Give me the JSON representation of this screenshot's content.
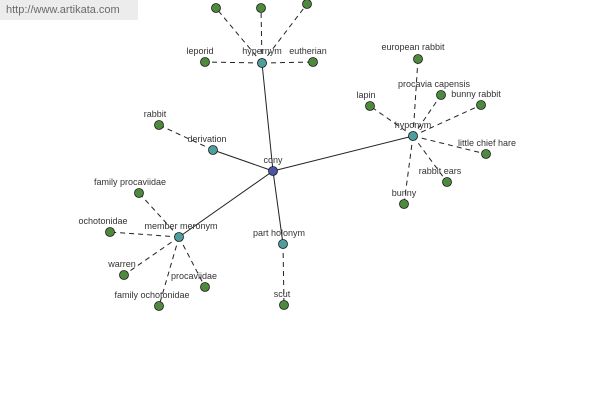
{
  "url_text": "http://www.artikata.com",
  "colors": {
    "center": "#4a55a8",
    "category": "#4f9e9e",
    "leaf": "#4e8a3e"
  },
  "center": {
    "label": "cony"
  },
  "groups": [
    {
      "id": "hypernym",
      "label": "hypernym",
      "leaves": [
        "",
        "",
        "",
        "leporid",
        "eutherian"
      ]
    },
    {
      "id": "hyponym",
      "label": "hyponym",
      "leaves": [
        "european rabbit",
        "procavia capensis",
        "bunny rabbit",
        "lapin",
        "little chief hare",
        "rabbit ears",
        "bunny"
      ]
    },
    {
      "id": "derivation",
      "label": "derivation",
      "leaves": [
        "rabbit"
      ]
    },
    {
      "id": "member_meronym",
      "label": "member meronym",
      "leaves": [
        "family procaviidae",
        "ochotonidae",
        "warren",
        "procaviidae",
        "family ochotonidae"
      ]
    },
    {
      "id": "part_holonym",
      "label": "part holonym",
      "leaves": [
        "scut"
      ]
    }
  ]
}
